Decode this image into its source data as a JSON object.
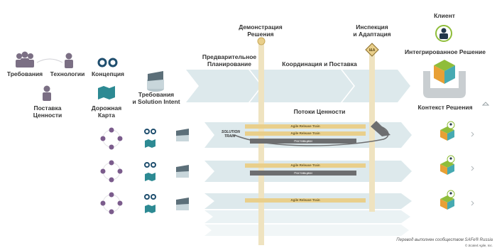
{
  "labels": {
    "requirements": "Требования",
    "technologies": "Технологии",
    "value_delivery": [
      "Поставка",
      "Ценности"
    ],
    "concept": "Концепция",
    "roadmap": [
      "Дорожная",
      "Карта"
    ],
    "solution_intent": [
      "Требования",
      "и Solution Intent"
    ],
    "prelim_planning": [
      "Предварительное",
      "Планирование"
    ],
    "coordination": "Координация и Поставка",
    "demo": [
      "Демонстрация",
      "Решения"
    ],
    "inspect": [
      "Инспекция",
      "и Адаптация"
    ],
    "client": "Клиент",
    "integrated": "Интегрированное Решение",
    "context": "Контекст Решения",
    "value_streams": "Потоки Ценности",
    "solution_train": [
      "SOLUTION",
      "TRAIN"
    ],
    "art": "Agile Release Train",
    "suppliers": "Поставщики",
    "ia_badge": "I&A"
  },
  "footer": {
    "line1": "Перевод выполнен сообществом SAFe® Russia",
    "line2": "© Scaled Agile, Inc."
  },
  "colors": {
    "arrow": "#dde9ec",
    "arrow_light": "#eaf2f4",
    "milestone_bar": "#efe3c0",
    "art_bar": "#e9cf8b",
    "supplier_bar": "#6d6e70",
    "purple": "#7b5c8c",
    "teal": "#2d8a93",
    "navy": "#23374a",
    "cube_green": "#8fbd3a",
    "cube_orange": "#e8a035",
    "cube_teal": "#46aab2"
  }
}
